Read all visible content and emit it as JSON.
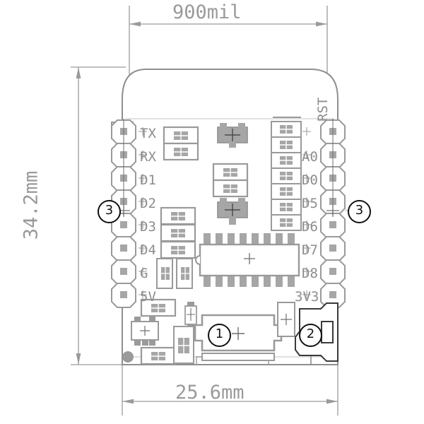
{
  "drawing": {
    "title": "WeMos D1 Mini PCB mechanical dimension drawing",
    "colors": {
      "dimension_line": "#9a9a9a",
      "board_outline": "#8f8f8f",
      "pad_fill": "#a6a6a6",
      "silkscreen_text": "#8d8d8d",
      "callout": "#111111",
      "background": "#ffffff"
    }
  },
  "dimensions": {
    "top": {
      "label": "dim-width-mil",
      "value": "900mil"
    },
    "bottom": {
      "label": "dim-width-mm",
      "value": "25.6mm"
    },
    "left": {
      "label": "dim-height-mm",
      "value": "34.2mm"
    }
  },
  "callouts": [
    {
      "id": "callout-3-left",
      "text": "3"
    },
    {
      "id": "callout-3-right",
      "text": "3"
    },
    {
      "id": "callout-1",
      "text": "1"
    },
    {
      "id": "callout-2",
      "text": "2"
    }
  ],
  "pins": {
    "left": [
      {
        "label": "TX"
      },
      {
        "label": "RX"
      },
      {
        "label": "D1"
      },
      {
        "label": "D2"
      },
      {
        "label": "D3"
      },
      {
        "label": "D4"
      },
      {
        "label": "G"
      },
      {
        "label": "5V"
      }
    ],
    "right": [
      {
        "label": "RST",
        "rotated": true
      },
      {
        "label": "A0",
        "rotated": false
      },
      {
        "label": "D0",
        "rotated": false
      },
      {
        "label": "D5",
        "rotated": false
      },
      {
        "label": "D6",
        "rotated": false
      },
      {
        "label": "D7",
        "rotated": false
      },
      {
        "label": "D8",
        "rotated": false
      },
      {
        "label": "3V3",
        "rotated": false
      }
    ]
  },
  "components": {
    "ic": {
      "name": "esp8266-module-ic",
      "pin_count_per_side": 10
    },
    "usb_connector": {
      "name": "micro-usb-connector"
    },
    "battery_pad": {
      "name": "large-rectangular-pad"
    }
  }
}
